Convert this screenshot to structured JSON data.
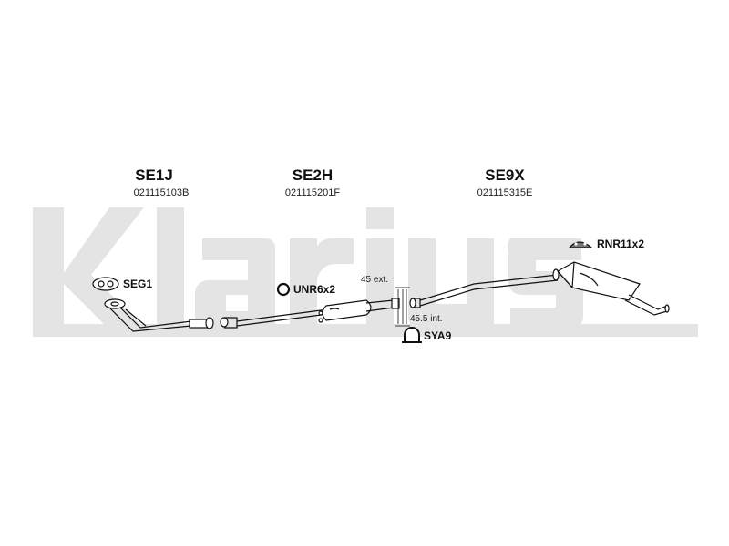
{
  "watermark": {
    "text": "Klarius",
    "color": "#e3e3e3"
  },
  "parts": [
    {
      "code": "SE1J",
      "number": "021115103B"
    },
    {
      "code": "SE2H",
      "number": "021115201F"
    },
    {
      "code": "SE9X",
      "number": "021115315E"
    }
  ],
  "accessories": {
    "seg": "SEG1",
    "unr": "UNR6x2",
    "rnr": "RNR11x2",
    "sya": "SYA9"
  },
  "dimensions": {
    "ext": "45 ext.",
    "int": "45.5 int."
  }
}
